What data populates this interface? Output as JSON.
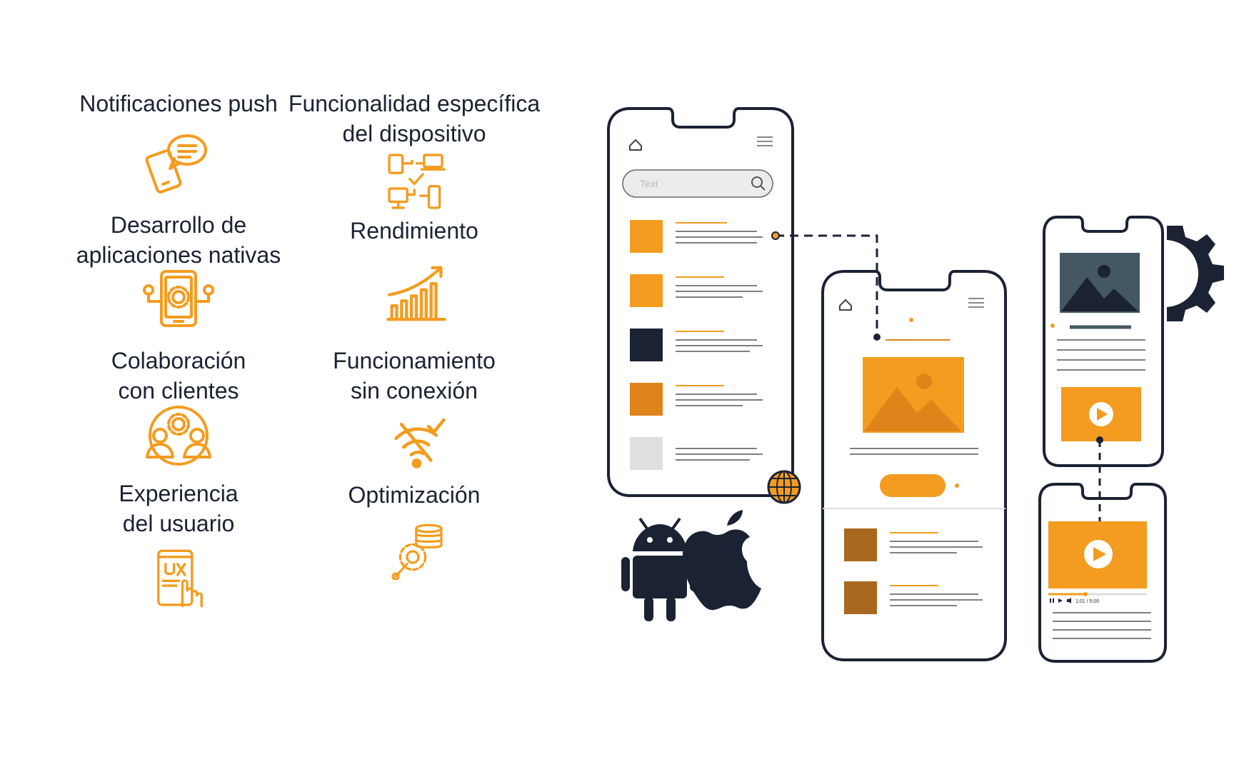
{
  "features": [
    {
      "id": "push",
      "label": "Notificaciones push",
      "icon": "chat-phone-icon"
    },
    {
      "id": "device",
      "label": "Funcionalidad específica\ndel dispositivo",
      "icon": "connected-devices-icon"
    },
    {
      "id": "native",
      "label": "Desarrollo de\naplicaciones nativas",
      "icon": "mobile-settings-icon"
    },
    {
      "id": "performance",
      "label": "Rendimiento",
      "icon": "growth-chart-icon"
    },
    {
      "id": "clients",
      "label": "Colaboración\ncon clientes",
      "icon": "team-gear-icon"
    },
    {
      "id": "offline",
      "label": "Funcionamiento\nsin conexión",
      "icon": "wifi-off-icon"
    },
    {
      "id": "ux",
      "label": "Experiencia\ndel usuario",
      "icon": "ux-touch-icon"
    },
    {
      "id": "optimization",
      "label": "Optimización",
      "icon": "gear-wrench-coins-icon"
    }
  ],
  "illustration": {
    "search_placeholder": "Text",
    "video_time": "1:01 / 5:00",
    "platform_icons": [
      "android-icon",
      "apple-icon",
      "globe-icon"
    ]
  },
  "colors": {
    "accent": "#f39c1f",
    "accent_dark": "#e0831a",
    "brown": "#a8691e",
    "navy": "#1b2233",
    "slate": "#445863",
    "text": "#1b2233"
  }
}
